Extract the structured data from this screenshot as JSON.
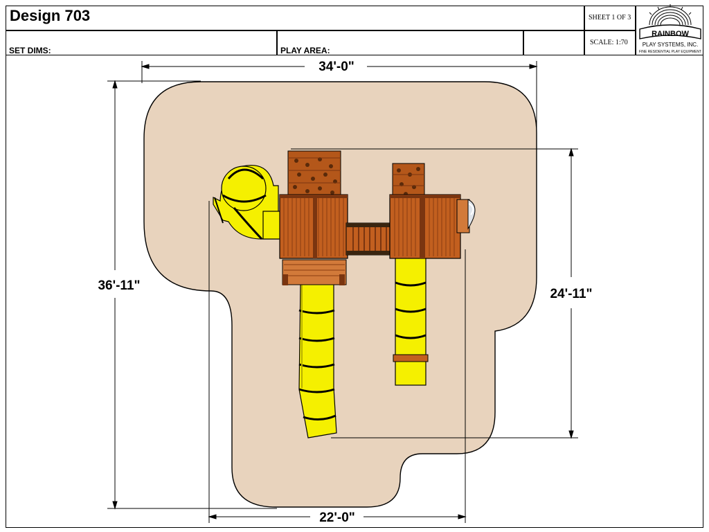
{
  "header": {
    "title": "Design 703",
    "set_dims_label": "SET DIMS:",
    "play_area_label": "PLAY AREA:",
    "sheet_label": "SHEET 1 OF 3",
    "scale_label": "SCALE: 1:70"
  },
  "logo": {
    "name": "RAINBOW",
    "company": "PLAY SYSTEMS, INC.",
    "tagline": "FINE RESIDENTIAL PLAY EQUIPMENT"
  },
  "dimensions": {
    "width_top": "34'-0\"",
    "width_bottom": "22'-0\"",
    "height_left": "36'-11\"",
    "height_right": "24'-11\""
  },
  "colors": {
    "play_area": "#e8d3bd",
    "slide": "#f5f000",
    "wood": "#c25f1f",
    "wood_dark": "#7a3510"
  }
}
